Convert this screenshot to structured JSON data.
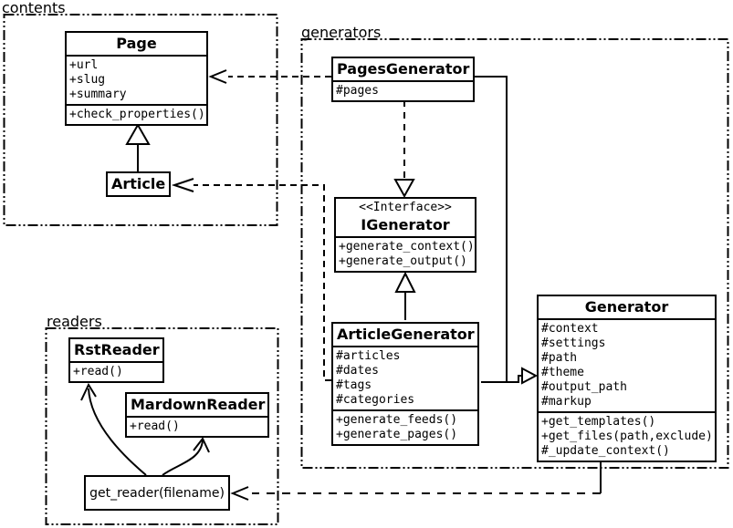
{
  "packages": {
    "contents": {
      "label": "contents"
    },
    "generators": {
      "label": "generators"
    },
    "readers": {
      "label": "readers"
    }
  },
  "classes": {
    "page": {
      "name": "Page",
      "attributes": [
        "+url",
        "+slug",
        "+summary"
      ],
      "methods": [
        "+check_properties()"
      ]
    },
    "article": {
      "name": "Article"
    },
    "pages_generator": {
      "name": "PagesGenerator",
      "attributes": [
        "#pages"
      ]
    },
    "igenerator": {
      "stereotype": "<<Interface>>",
      "name": "IGenerator",
      "methods": [
        "+generate_context()",
        "+generate_output()"
      ]
    },
    "article_generator": {
      "name": "ArticleGenerator",
      "attributes": [
        "#articles",
        "#dates",
        "#tags",
        "#categories"
      ],
      "methods": [
        "+generate_feeds()",
        "+generate_pages()"
      ]
    },
    "generator": {
      "name": "Generator",
      "attributes": [
        "#context",
        "#settings",
        "#path",
        "#theme",
        "#output_path",
        "#markup"
      ],
      "methods": [
        "+get_templates()",
        "+get_files(path,exclude)",
        "#_update_context()"
      ]
    },
    "rst_reader": {
      "name": "RstReader",
      "methods": [
        "+read()"
      ]
    },
    "mardown_reader": {
      "name": "MardownReader",
      "methods": [
        "+read()"
      ]
    },
    "get_reader": {
      "label": "get_reader(filename)"
    }
  },
  "relationships": [
    {
      "type": "inheritance",
      "from": "Article",
      "to": "Page"
    },
    {
      "type": "dependency",
      "from": "PagesGenerator",
      "to": "Page"
    },
    {
      "type": "dependency",
      "from": "ArticleGenerator",
      "to": "Article"
    },
    {
      "type": "realization",
      "from": "PagesGenerator",
      "to": "IGenerator"
    },
    {
      "type": "inheritance",
      "from": "ArticleGenerator",
      "to": "IGenerator"
    },
    {
      "type": "inheritance",
      "from": "PagesGenerator",
      "to": "Generator"
    },
    {
      "type": "inheritance",
      "from": "ArticleGenerator",
      "to": "Generator"
    },
    {
      "type": "dependency",
      "from": "Generator",
      "to": "get_reader(filename)"
    },
    {
      "type": "call",
      "from": "get_reader(filename)",
      "to": "RstReader"
    },
    {
      "type": "call",
      "from": "get_reader(filename)",
      "to": "MardownReader"
    }
  ],
  "colors": {
    "line": "#000000",
    "background": "#ffffff"
  }
}
